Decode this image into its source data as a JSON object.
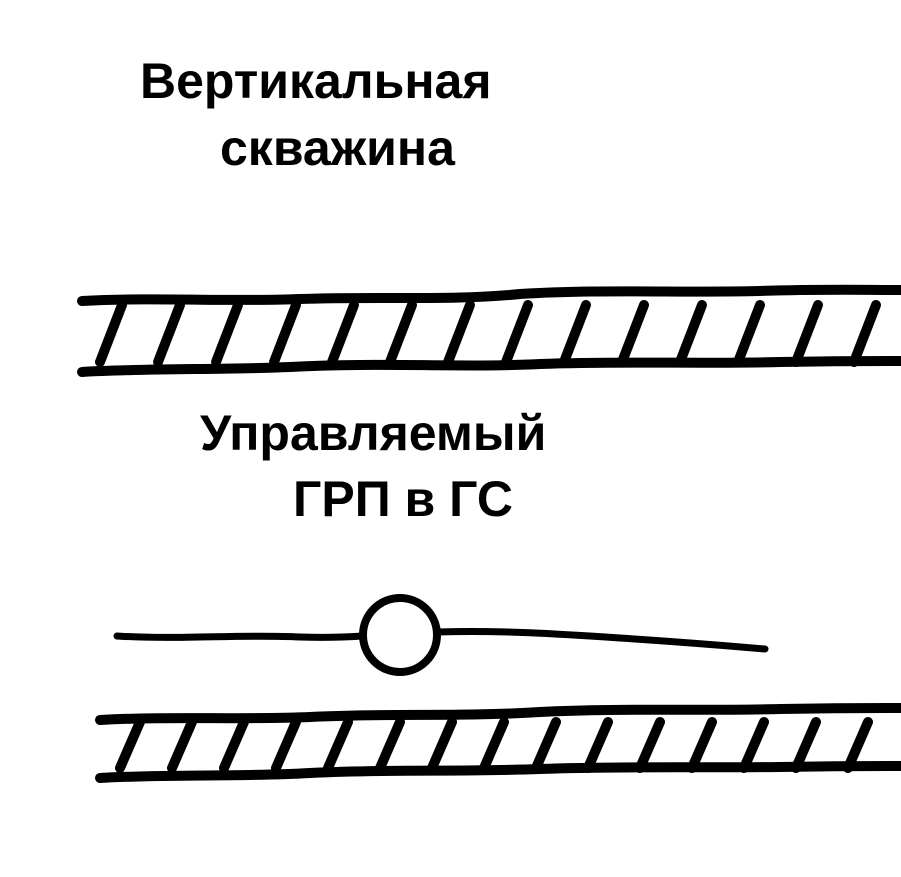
{
  "labels": {
    "vertical_well_line1": "Вертикальная",
    "vertical_well_line2": "скважина",
    "controlled_frac_line1": "Управляемый",
    "controlled_frac_line2": "ГРП в ГС"
  },
  "colors": {
    "ink": "#000000",
    "background": "#ffffff"
  }
}
